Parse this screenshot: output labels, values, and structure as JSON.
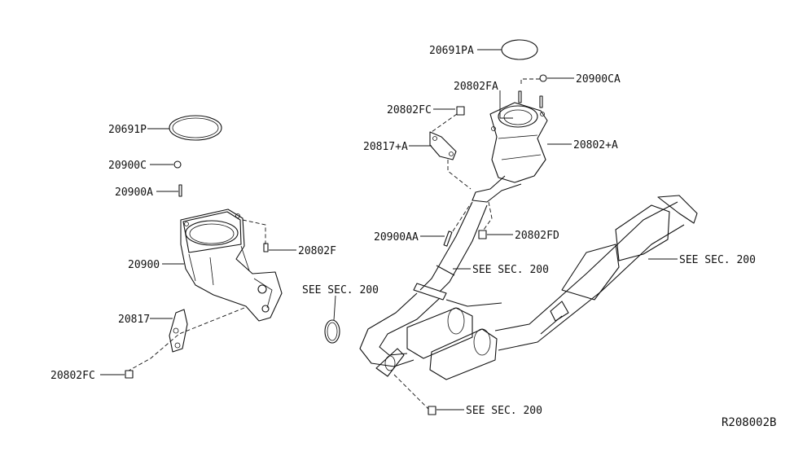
{
  "labels": {
    "p20691p": "20691P",
    "p20900c": "20900C",
    "p20900a": "20900A",
    "p20900": "20900",
    "p20802f": "20802F",
    "p20817": "20817",
    "p20802fc_left": "20802FC",
    "p20691pa": "20691PA",
    "p20802fa": "20802FA",
    "p20900ca": "20900CA",
    "p20802fc_right": "20802FC",
    "p20817a": "20817+A",
    "p20802a": "20802+A",
    "p20900aa": "20900AA",
    "p20802fd": "20802FD",
    "see_sec_mid_gasket": "SEE SEC. 200",
    "see_sec_center": "SEE SEC. 200",
    "see_sec_right": "SEE SEC. 200",
    "see_sec_bottom": "SEE SEC. 200",
    "ref_code": "R208002B"
  },
  "icons": {
    "gasket": "gasket-ring-icon",
    "bolt": "bolt-icon",
    "stud": "stud-icon",
    "catalyst": "catalytic-converter-icon",
    "pipe": "exhaust-pipe-icon"
  }
}
